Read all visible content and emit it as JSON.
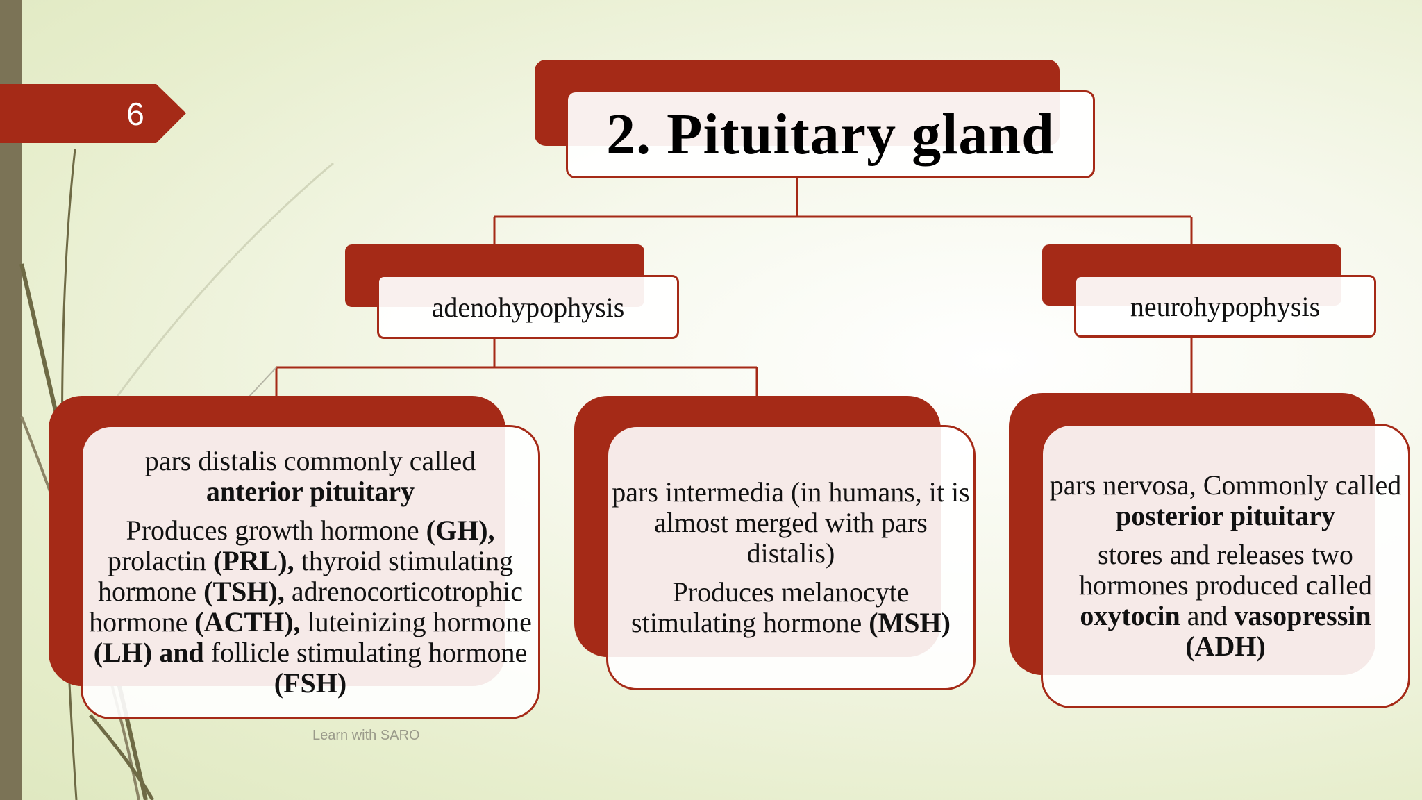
{
  "slide_number": "6",
  "title": "2. Pituitary gland",
  "branches": {
    "left_label": "adenohypophysis",
    "right_label": "neurohypophysis"
  },
  "boxes": {
    "distalis": {
      "intro_1": "pars distalis commonly called",
      "intro_2": "anterior pituitary",
      "p1": "Produces growth hormone ",
      "b1": "(GH),",
      "p2": " prolactin ",
      "b2": "(PRL),",
      "p3": " thyroid stimulating hormone ",
      "b3": "(TSH),",
      "p4": " adrenocorticotrophic hormone ",
      "b4": "(ACTH),",
      "p5": " luteinizing hormone ",
      "b5": "(LH) and",
      "p6": " follicle stimulating hormone ",
      "b6": "(FSH)"
    },
    "intermedia": {
      "text1": "pars intermedia (in humans, it is almost merged with pars distalis)",
      "text2": "Produces melanocyte stimulating hormone ",
      "bold": "(MSH)"
    },
    "nervosa": {
      "t1": "pars nervosa, Commonly called ",
      "b1": "posterior pituitary",
      "t2": "stores and releases two hormones produced  called ",
      "b2": "oxytocin",
      "t3": " and ",
      "b3": "vasopressin",
      "b4": " (ADH)"
    }
  },
  "footer": "Learn with SARO",
  "colors": {
    "accent": "#a52a17",
    "sidebar": "#7b7356",
    "background": "#eef3da"
  }
}
